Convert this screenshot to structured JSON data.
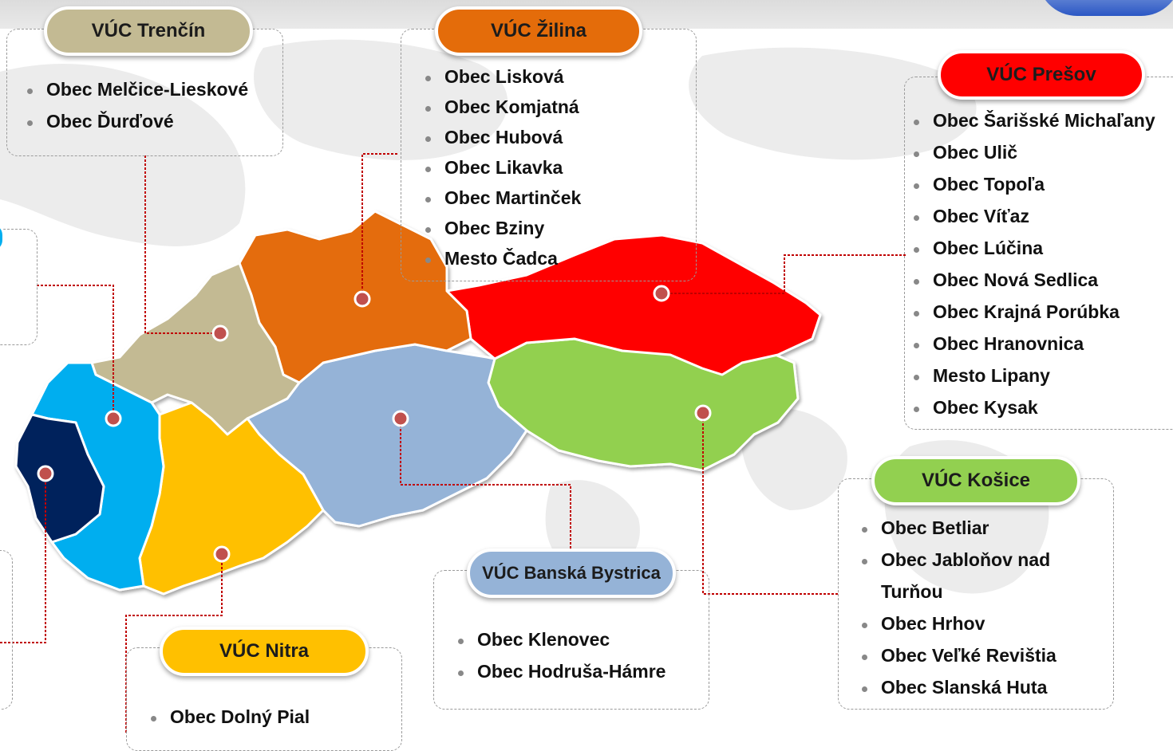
{
  "colors": {
    "bratislava": "#00205b",
    "trnava": "#00aeef",
    "trencin": "#c3ba93",
    "nitra": "#ffc000",
    "zilina": "#e46c0a",
    "banska_bystrica": "#95b3d7",
    "presov": "#ff0000",
    "kosice": "#92d050",
    "connector": "#c00000",
    "marker": "#c0504d"
  },
  "regions": {
    "trencin": {
      "label": "VÚC Trenčín",
      "items": [
        "Obec Melčice-Lieskové",
        "Obec Ďurďové"
      ]
    },
    "zilina": {
      "label": "VÚC Žilina",
      "items": [
        "Obec Lisková",
        "Obec Komjatná",
        "Obec Hubová",
        "Obec Likavka",
        "Obec Martinček",
        "Obec Bziny",
        "Mesto Čadca"
      ]
    },
    "presov": {
      "label": "VÚC Prešov",
      "items": [
        "Obec Šarišské Michaľany",
        "Obec Ulič",
        "Obec Topoľa",
        "Obec Víťaz",
        "Obec Lúčina",
        "Obec Nová Sedlica",
        "Obec Krajná Porúbka",
        "Obec Hranovnica",
        "Mesto Lipany",
        "Obec Kysak"
      ]
    },
    "kosice": {
      "label": "VÚC Košice",
      "items": [
        "Obec Betliar",
        "Obec Jabloňov nad",
        "Turňou",
        "Obec Hrhov",
        "Obec Veľké Revištia",
        "Obec Slanská Huta"
      ]
    },
    "banska_bystrica": {
      "label": "VÚC Banská Bystrica",
      "items": [
        "Obec Klenovec",
        "Obec Hodruša-Hámre"
      ]
    },
    "nitra": {
      "label": "VÚC Nitra",
      "items": [
        "Obec Dolný Pial"
      ]
    }
  }
}
